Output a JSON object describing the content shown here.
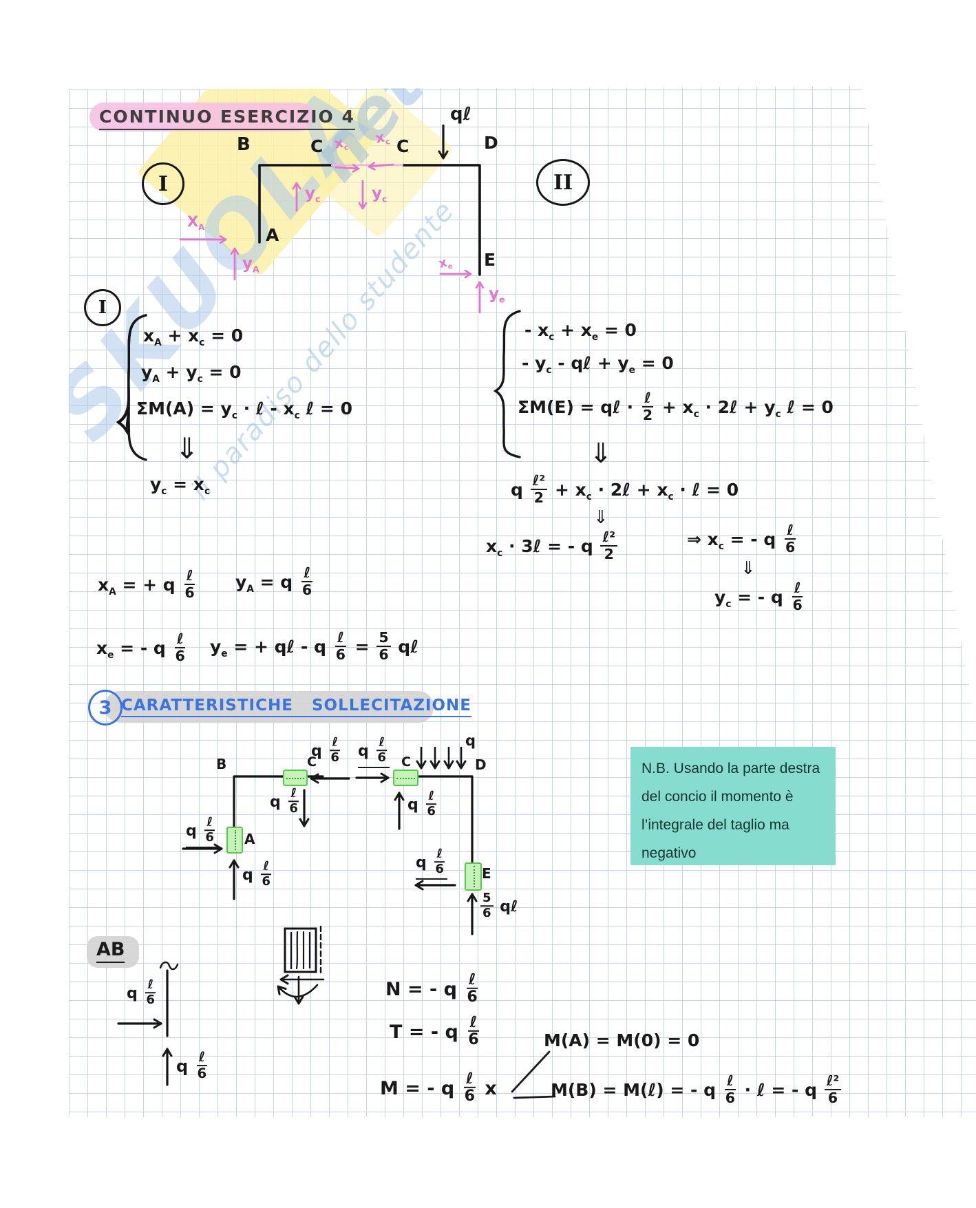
{
  "page": {
    "title": "CONTINUO ESERCIZIO 4"
  },
  "watermark": {
    "brand": "SKUOLA",
    "brand_suffix": "net",
    "tagline": "il paradiso dello studente"
  },
  "colors": {
    "ink": "#191919",
    "pink_ink": "#e276cf",
    "blue_ink": "#3b74dc",
    "highlight_pink": "#f4bade",
    "highlight_gray": "#d6d6d6",
    "note_teal": "#85dccf",
    "green_box": "#57c94c"
  },
  "frame_diagram": {
    "body1_badge": "I",
    "body2_badge": "II",
    "node_b": "B",
    "node_c1": "C",
    "node_c2": "C",
    "node_d": "D",
    "node_a": "A",
    "node_e": "E",
    "load": "qℓ",
    "xc": "x|c|",
    "yc": "y|c|",
    "xa": "X|A|",
    "ya": "y|A|",
    "xe": "x|e|",
    "ye": "y|e|"
  },
  "system1": {
    "badge": "I",
    "eq1": "x|A| + x|c| = 0",
    "eq2": "y|A| + y|c| = 0",
    "eq3": "ΣM(A) = y|c| · ℓ - x|c| ℓ = 0",
    "implies": "⇓",
    "result": "y|c| = x|c|"
  },
  "system2": {
    "eq1": "- x|c| + x|e| = 0",
    "eq2": "- y|c| - qℓ + y|e| = 0",
    "eq3": "ΣM(E) = qℓ · {ℓ/2} + x|c| · 2ℓ + y|c| ℓ = 0",
    "implies": "⇓",
    "step1": "q {ℓ²/2} + x|c| · 2ℓ + x|c| · ℓ = 0",
    "step2": "x|c| · 3ℓ = - q {ℓ²/2}",
    "step2b": "⇒ x|c| = - q {ℓ/6}",
    "step3": "y|c| = - q {ℓ/6}"
  },
  "reactions": {
    "xa": "x|A| = + q {ℓ/6}",
    "ya": "y|A| = q {ℓ/6}",
    "xe": "x|e| = - q {ℓ/6}",
    "ye": "y|e| = + qℓ - q {ℓ/6} = {5/6} qℓ"
  },
  "section3": {
    "number": "3",
    "title": "CARATTERISTICHE   SOLLECITAZIONE",
    "labels": {
      "b": "B",
      "c": "C",
      "a": "A",
      "d": "D",
      "e": "E",
      "q": "q"
    },
    "force": "q {ℓ/6}",
    "force_e": "{5/6} qℓ"
  },
  "note": {
    "text": "N.B. Usando la parte destra del concio il momento è l’integrale del taglio ma negativo"
  },
  "section_ab": {
    "label": "AB",
    "force": "q {ℓ/6}",
    "n_eq": "N = - q {ℓ/6}",
    "t_eq": "T = - q {ℓ/6}",
    "m_eq": "M = - q {ℓ/6} x",
    "m_a": "M(A) = M(0) = 0",
    "m_b": "M(B) = M(ℓ) = - q {ℓ/6} · ℓ = - q {ℓ²/6}"
  }
}
